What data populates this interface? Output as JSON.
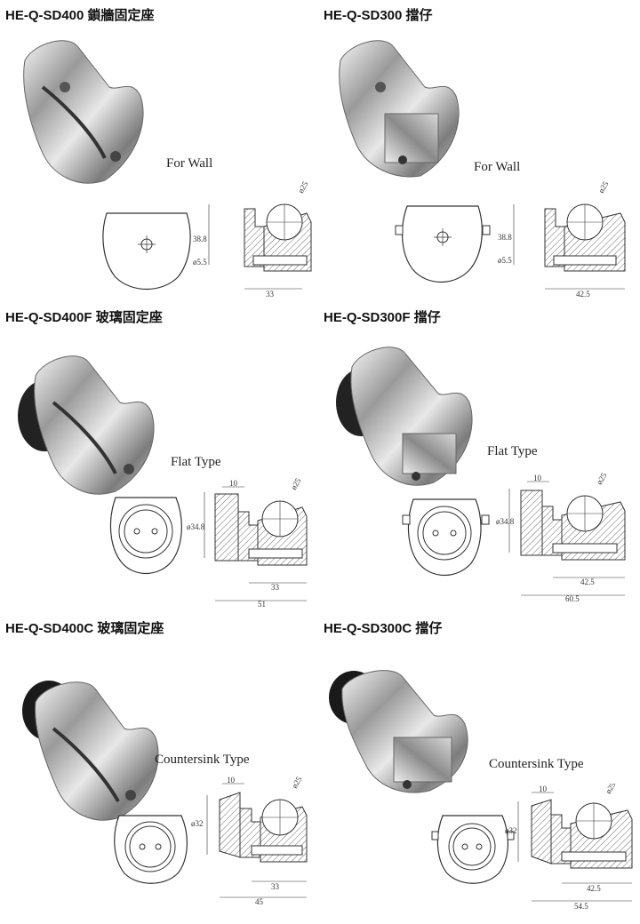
{
  "products": [
    {
      "code": "HE-Q-SD400 鎖牆固定座",
      "type": "For Wall",
      "kind": "wall",
      "dia": "ø25",
      "d2": "38.8",
      "d3": "ø5.5",
      "w1": "33",
      "w2": ""
    },
    {
      "code": "HE-Q-SD300 擋仔",
      "type": "For Wall",
      "kind": "wall",
      "dia": "ø25",
      "d2": "38.8",
      "d3": "ø5.5",
      "w1": "42.5",
      "w2": ""
    },
    {
      "code": "HE-Q-SD400F 玻璃固定座",
      "type": "Flat Type",
      "kind": "flat",
      "dia": "ø25",
      "d2": "ø34.8",
      "d3": "10",
      "w1": "33",
      "w2": "51"
    },
    {
      "code": "HE-Q-SD300F 擋仔",
      "type": "Flat Type",
      "kind": "flat",
      "dia": "ø25",
      "d2": "ø34.8",
      "d3": "10",
      "w1": "42.5",
      "w2": "60.5"
    },
    {
      "code": "HE-Q-SD400C 玻璃固定座",
      "type": "Countersink Type",
      "kind": "csk",
      "dia": "ø25",
      "d2": "ø32",
      "d3": "10",
      "w1": "33",
      "w2": "45"
    },
    {
      "code": "HE-Q-SD300C 擋仔",
      "type": "Countersink Type",
      "kind": "csk",
      "dia": "ø25",
      "d2": "ø32",
      "d3": "10",
      "w1": "42.5",
      "w2": "54.5"
    }
  ]
}
